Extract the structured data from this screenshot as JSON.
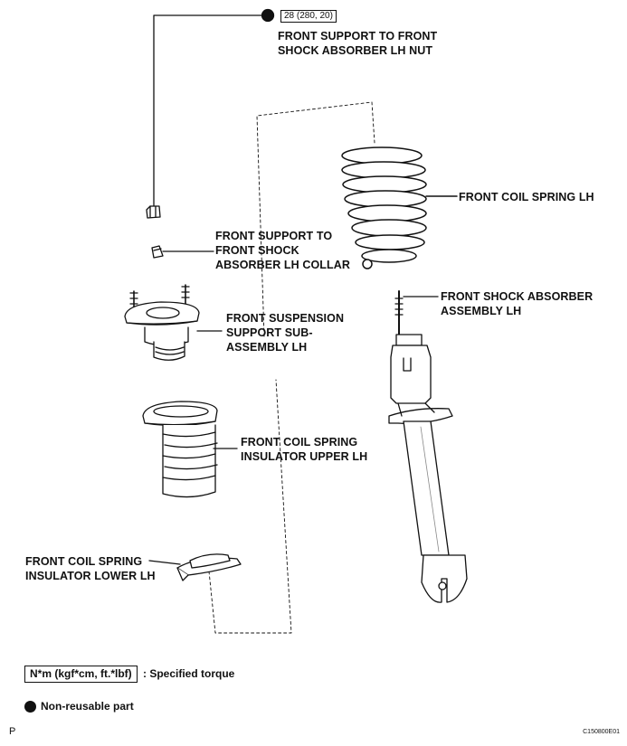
{
  "torque": {
    "value": "28 (280, 20)"
  },
  "labels": {
    "nut": [
      "FRONT SUPPORT TO FRONT",
      "SHOCK ABSORBER LH NUT"
    ],
    "coil_spring": [
      "FRONT COIL SPRING LH"
    ],
    "collar": [
      "FRONT SUPPORT TO",
      "FRONT SHOCK",
      "ABSORBER LH COLLAR"
    ],
    "shock_absorber": [
      "FRONT SHOCK ABSORBER",
      "ASSEMBLY LH"
    ],
    "support_sub": [
      "FRONT SUSPENSION",
      "SUPPORT SUB-",
      "ASSEMBLY LH"
    ],
    "insulator_upper": [
      "FRONT COIL SPRING",
      "INSULATOR UPPER LH"
    ],
    "insulator_lower": [
      "FRONT COIL SPRING",
      "INSULATOR LOWER LH"
    ]
  },
  "legend": {
    "torque_units": "N*m (kgf*cm, ft.*lbf)",
    "torque_text": ": Specified torque",
    "nonreusable_text": "Non-reusable part"
  },
  "footer": {
    "page_mark": "P",
    "figure_id": "C150800E01"
  },
  "colors": {
    "ink": "#111111",
    "shade": "#bbbbbb",
    "paper": "#ffffff"
  }
}
